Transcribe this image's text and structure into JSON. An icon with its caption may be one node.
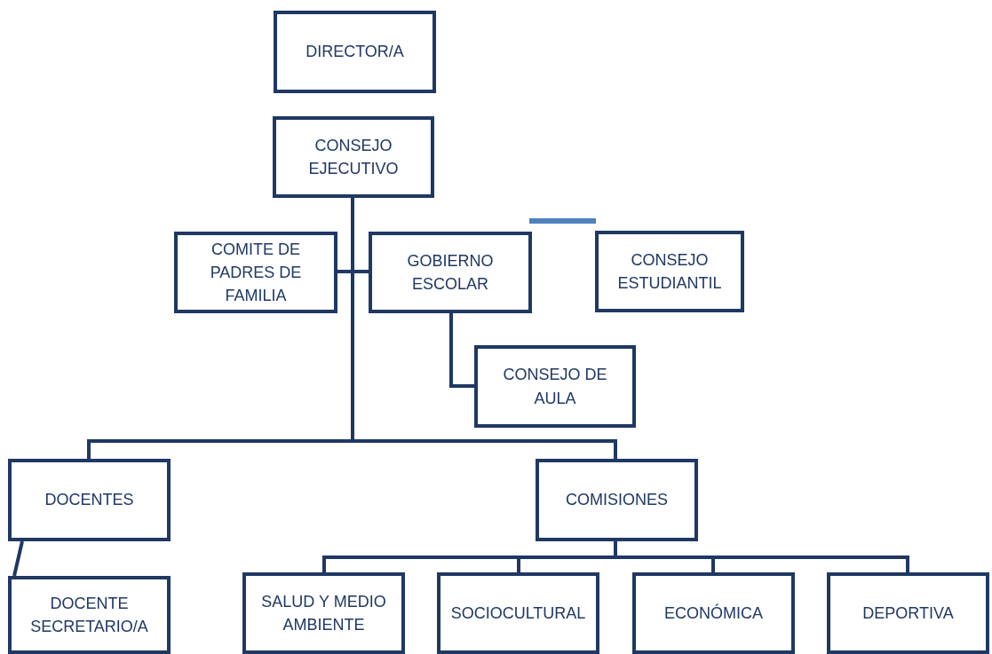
{
  "diagram": {
    "nodes": [
      {
        "text": [
          "DIRECTOR/A"
        ]
      },
      {
        "text": [
          "CONSEJO EJECUTIVO"
        ]
      },
      {
        "text": [
          "COMITE DE PADRES DE FAMILIA"
        ]
      },
      {
        "text": [
          "GOBIERNO ESCOLAR"
        ]
      },
      {
        "text": [
          "CONSEJO ESTUDIANTIL"
        ]
      },
      {
        "text": [
          "CONSEJO DE AULA"
        ]
      },
      {
        "text": [
          "DOCENTES"
        ]
      },
      {
        "text": [
          "COMISIONES"
        ]
      },
      {
        "text": [
          "DOCENTE SECRETARIO/A"
        ]
      },
      {
        "text": [
          "SALUD Y MEDIO AMBIENTE"
        ]
      },
      {
        "text": [
          "SOCIOCULTURAL"
        ]
      },
      {
        "text": [
          "ECONÓMICA"
        ]
      },
      {
        "text": [
          "DEPORTIVA"
        ]
      }
    ],
    "edges": [
      {
        "from": 1,
        "to": 2,
        "arrow": "none"
      },
      {
        "from": 1,
        "to": 3,
        "arrow": "none"
      },
      {
        "from": 3,
        "to": 5,
        "arrow": "none"
      },
      {
        "from": 1,
        "to": 6,
        "arrow": "none"
      },
      {
        "from": 1,
        "to": 7,
        "arrow": "none"
      },
      {
        "from": 6,
        "to": 8,
        "arrow": "none"
      },
      {
        "from": 7,
        "to": 9,
        "arrow": "none"
      },
      {
        "from": 7,
        "to": 10,
        "arrow": "none"
      },
      {
        "from": 7,
        "to": 11,
        "arrow": "none"
      },
      {
        "from": 7,
        "to": 12,
        "arrow": "none"
      }
    ]
  }
}
